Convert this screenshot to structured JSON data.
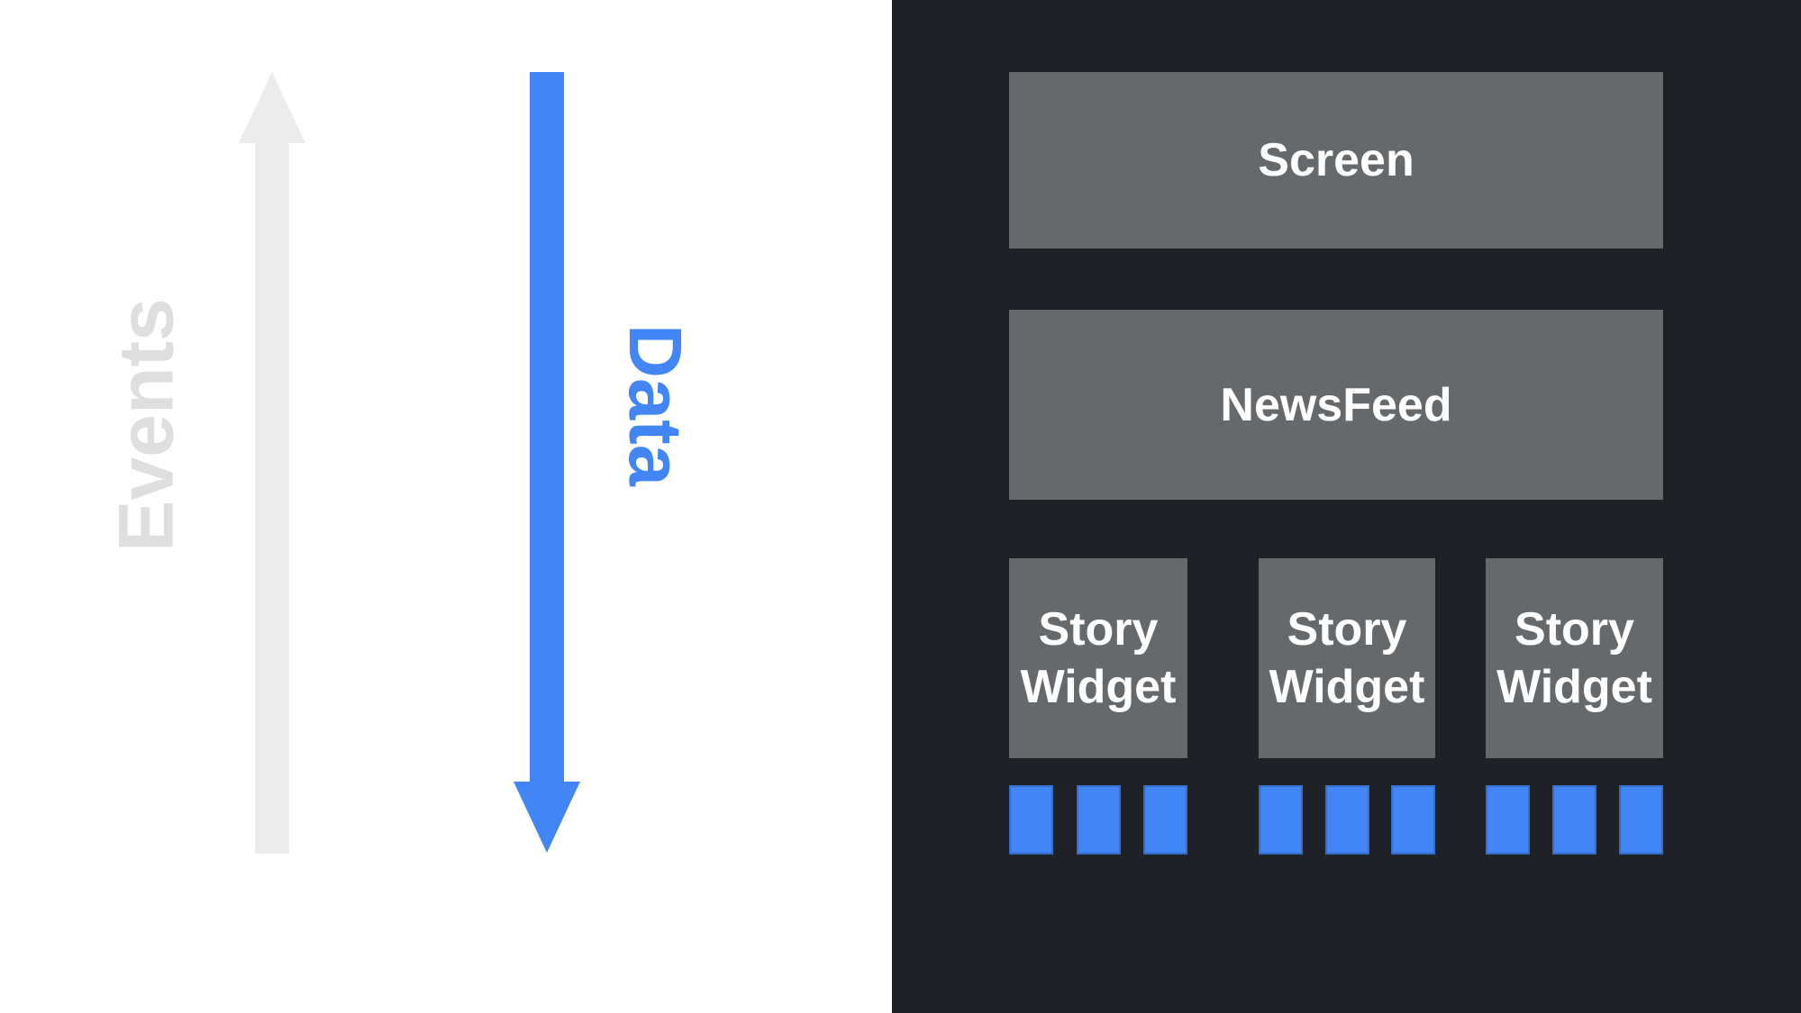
{
  "left": {
    "events_label": "Events",
    "data_label": "Data"
  },
  "panel": {
    "screen_label": "Screen",
    "newsfeed_label": "NewsFeed",
    "story_widgets": [
      {
        "label": "Story Widget",
        "squares": 3
      },
      {
        "label": "Story Widget",
        "squares": 3
      },
      {
        "label": "Story Widget",
        "squares": 3
      }
    ]
  },
  "colors": {
    "accent_blue": "#4285F4",
    "box_gray": "#66696B",
    "panel_dark": "#202126",
    "arrow_gray": "#ECECEC",
    "events_text_gray": "#DEDEDE",
    "text_white": "#FFFFFF",
    "background_white": "#FFFFFF"
  }
}
